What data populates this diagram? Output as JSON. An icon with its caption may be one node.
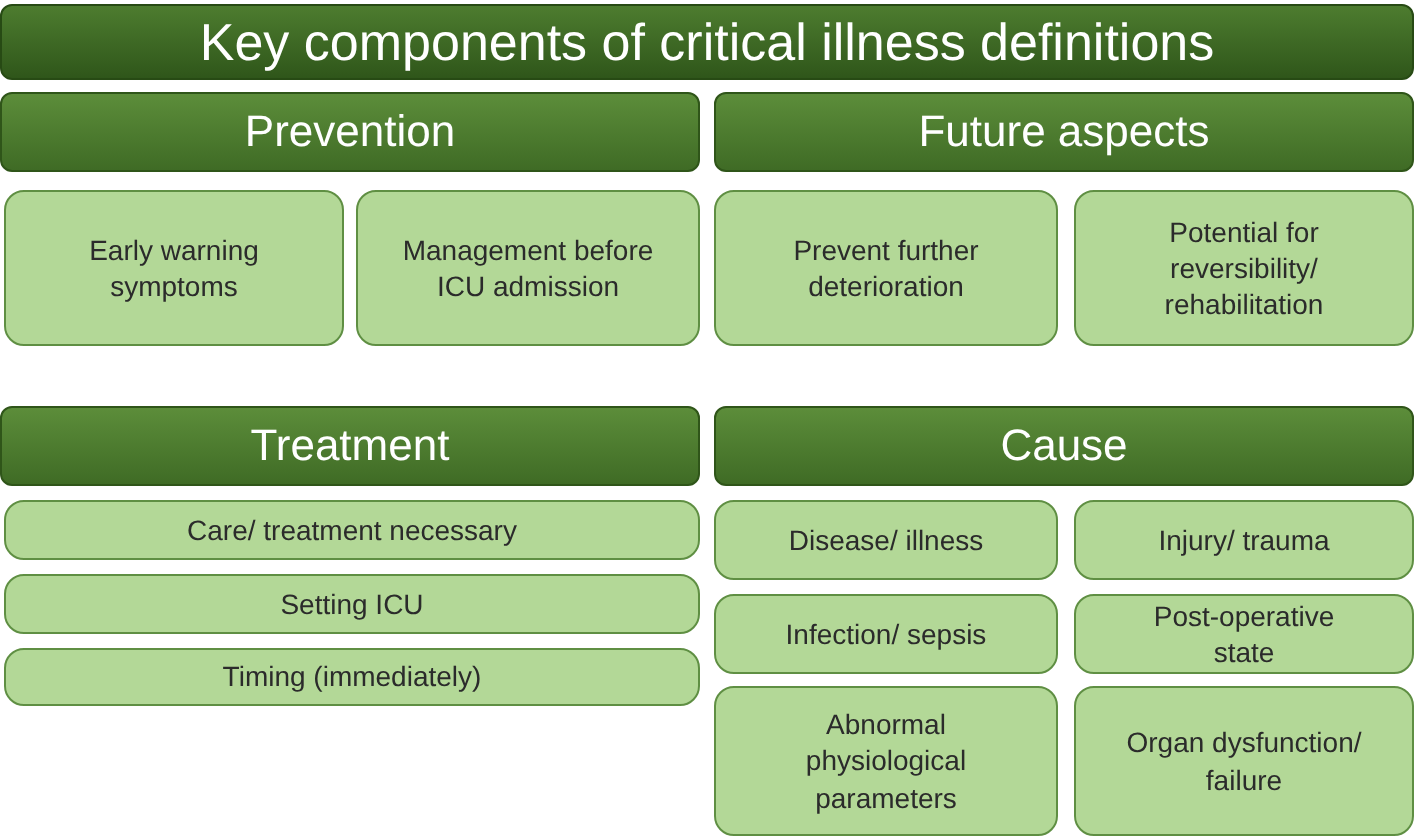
{
  "diagram": {
    "title": "Key components of critical illness definitions",
    "nodes": [
      {
        "text": [
          "Prevention"
        ]
      },
      {
        "text": [
          "Early warning symptoms"
        ]
      },
      {
        "text": [
          "Management before ICU admission"
        ]
      },
      {
        "text": [
          "Future aspects"
        ]
      },
      {
        "text": [
          "Prevent further deterioration"
        ]
      },
      {
        "text": [
          "Potential for reversibility/ rehabilitation"
        ]
      },
      {
        "text": [
          "Treatment"
        ]
      },
      {
        "text": [
          "Care/ treatment necessary"
        ]
      },
      {
        "text": [
          "Setting ICU"
        ]
      },
      {
        "text": [
          "Timing (immediately)"
        ]
      },
      {
        "text": [
          "Cause"
        ]
      },
      {
        "text": [
          "Disease/ illness"
        ]
      },
      {
        "text": [
          "Injury/ trauma"
        ]
      },
      {
        "text": [
          "Infection/ sepsis"
        ]
      },
      {
        "text": [
          "Post-operative state"
        ]
      },
      {
        "text": [
          "Abnormal physiological parameters"
        ]
      },
      {
        "text": [
          "Organ dysfunction/ failure"
        ]
      }
    ]
  }
}
